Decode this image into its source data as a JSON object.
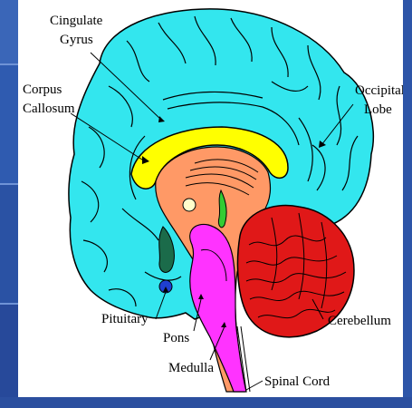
{
  "labels": {
    "cingulate_1": "Cingulate",
    "cingulate_2": "Gyrus",
    "corpus_1": "Corpus",
    "corpus_2": "Callosum",
    "occipital_1": "Occipital",
    "occipital_2": "Lobe",
    "pituitary": "Pituitary",
    "pons": "Pons",
    "medulla": "Medulla",
    "spinal_cord": "Spinal Cord",
    "cerebellum": "Cerebellum"
  },
  "colors": {
    "cerebrum": "#33e6ee",
    "corpus_callosum": "#ffff00",
    "brainstem_core": "#ff9966",
    "pons_medulla": "#ff33ff",
    "cerebellum": "#e01818",
    "pituitary": "#1f3fd0",
    "hypothalamus": "#1b6b4a",
    "fornix": "#33cc33",
    "thalamus_dot": "#ffffcc",
    "frame": "#2b4f9f"
  }
}
